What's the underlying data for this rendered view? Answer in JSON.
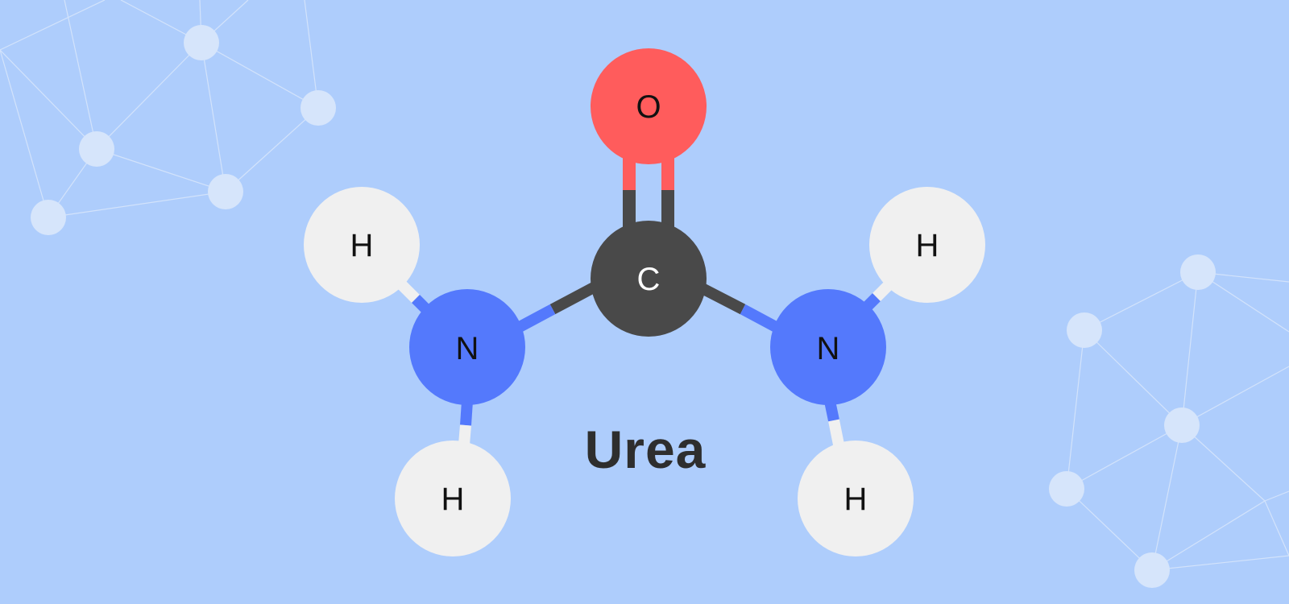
{
  "molecule": {
    "name": "Urea",
    "name_color": "#2e2e2e"
  },
  "atoms": {
    "oxygen": {
      "symbol": "O",
      "color": "#ff5c5c",
      "label_color": "#111111"
    },
    "carbon": {
      "symbol": "C",
      "color": "#494949",
      "label_color": "#ffffff"
    },
    "nitrogen_l": {
      "symbol": "N",
      "color": "#5479fc",
      "label_color": "#111111"
    },
    "nitrogen_r": {
      "symbol": "N",
      "color": "#5479fc",
      "label_color": "#111111"
    },
    "hydrogen_lu": {
      "symbol": "H",
      "color": "#f0f0f0",
      "label_color": "#111111"
    },
    "hydrogen_ll": {
      "symbol": "H",
      "color": "#f0f0f0",
      "label_color": "#111111"
    },
    "hydrogen_ru": {
      "symbol": "H",
      "color": "#f0f0f0",
      "label_color": "#111111"
    },
    "hydrogen_rl": {
      "symbol": "H",
      "color": "#f0f0f0",
      "label_color": "#111111"
    }
  },
  "bonds": [
    {
      "from": "carbon",
      "to": "oxygen",
      "order": "double"
    },
    {
      "from": "carbon",
      "to": "nitrogen_l",
      "order": "single"
    },
    {
      "from": "carbon",
      "to": "nitrogen_r",
      "order": "single"
    },
    {
      "from": "nitrogen_l",
      "to": "hydrogen_lu",
      "order": "single"
    },
    {
      "from": "nitrogen_l",
      "to": "hydrogen_ll",
      "order": "single"
    },
    {
      "from": "nitrogen_r",
      "to": "hydrogen_ru",
      "order": "single"
    },
    {
      "from": "nitrogen_r",
      "to": "hydrogen_rl",
      "order": "single"
    }
  ],
  "background": {
    "color": "#aecdfc",
    "network_color": "#d6e5fb"
  }
}
